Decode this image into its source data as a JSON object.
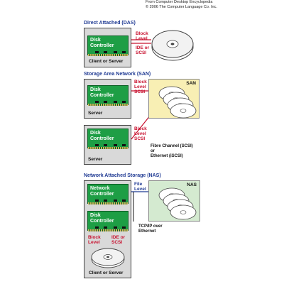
{
  "credit": {
    "line1": "From Computer Desktop Encyclopedia",
    "line2": "© 2006 The Computer Language Co. Inc."
  },
  "das": {
    "title": "Direct Attached (DAS)",
    "card_label": "Disk\nController",
    "protocol_label": "Block\nLevel",
    "interface_label": "IDE or\nSCSI",
    "box_label": "Client or Server"
  },
  "san": {
    "title": "Storage Area Network (SAN)",
    "storage_label": "SAN",
    "server1": {
      "card_label": "Disk\nController",
      "box_label": "Server",
      "link_label": "Block\nLevel\nSCSI"
    },
    "server2": {
      "card_label": "Disk\nController",
      "box_label": "Server",
      "link_label": "Block\nLevel\nSCSI"
    },
    "network_label": "Fibre Channel (SCSI)\nor\nEthernet (iSCSI)"
  },
  "nas": {
    "title": "Network Attached Storage (NAS)",
    "storage_label": "NAS",
    "network_card_label": "Network\nController",
    "file_label": "File\nLevel",
    "disk_card_label": "Disk\nController",
    "protocol_label": "Block\nLevel",
    "interface_label": "IDE or\nSCSI",
    "network_label": "TCP/IP over\nEthernet",
    "box_label": "Client or Server"
  },
  "colors": {
    "card": "#1e9e45",
    "red": "#c8102e",
    "blue": "#1f3a93",
    "san_fill": "#f8efb4",
    "nas_fill": "#d4ead0"
  },
  "icons": [
    "hard-disk-platter-icon",
    "disk-controller-card-icon",
    "network-controller-card-icon"
  ]
}
